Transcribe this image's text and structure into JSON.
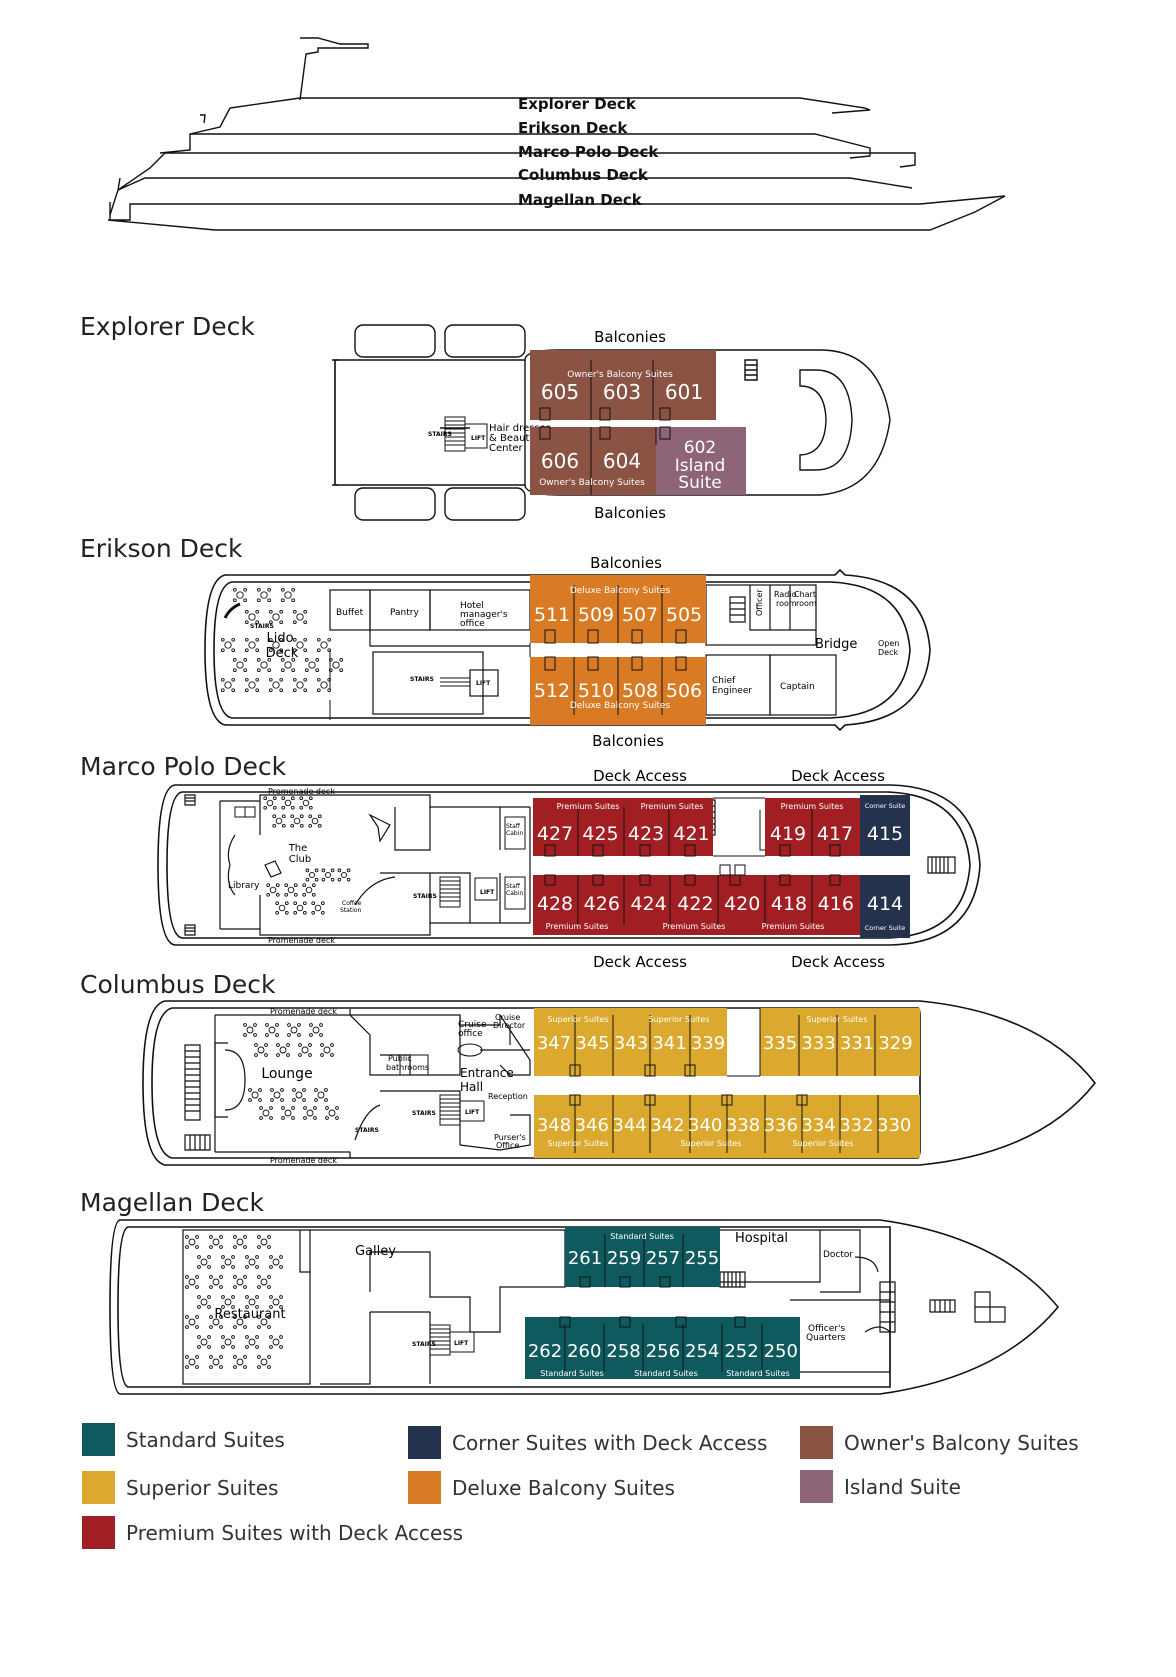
{
  "profile": {
    "labels": [
      "Explorer Deck",
      "Erikson Deck",
      "Marco Polo Deck",
      "Columbus Deck",
      "Magellan Deck"
    ]
  },
  "colors": {
    "standard": "#0f5a5e",
    "superior": "#dba92e",
    "premium": "#a11f23",
    "corner": "#25324d",
    "deluxe": "#d97b25",
    "owners": "#8a5344",
    "island": "#8e6479",
    "outline": "#111111"
  },
  "decks": {
    "explorer": {
      "title": "Explorer Deck",
      "labels": {
        "balconies_top": "Balconies",
        "balconies_bottom": "Balconies",
        "owners_top": "Owner's Balcony Suites",
        "owners_bottom": "Owner's Balcony Suites",
        "island_line1": "602",
        "island_line2": "Island",
        "island_line3": "Suite",
        "hairdresser_1": "Hair dresser",
        "hairdresser_2": "& Beauty",
        "hairdresser_3": "Center",
        "stairs": "STAIRS",
        "lift": "LIFT"
      },
      "rooms_top": [
        "605",
        "603",
        "601"
      ],
      "rooms_bottom": [
        "606",
        "604"
      ]
    },
    "erikson": {
      "title": "Erikson Deck",
      "labels": {
        "balconies_top": "Balconies",
        "balconies_bottom": "Balconies",
        "deluxe_top": "Deluxe Balcony Suites",
        "deluxe_bottom": "Deluxe Balcony Suites",
        "lido_1": "Lido",
        "lido_2": "Deck",
        "buffet": "Buffet",
        "pantry": "Pantry",
        "hotel_1": "Hotel",
        "hotel_2": "manager's",
        "hotel_3": "office",
        "officer": "Officer",
        "radio_1": "Radio",
        "radio_2": "room",
        "chart_1": "Chart",
        "chart_2": "room",
        "bridge": "Bridge",
        "open_1": "Open",
        "open_2": "Deck",
        "chief_1": "Chief",
        "chief_2": "Engineer",
        "captain": "Captain",
        "stairs": "STAIRS",
        "stairs2": "STAIRS",
        "lift": "LIFT"
      },
      "rooms_top": [
        "511",
        "509",
        "507",
        "505"
      ],
      "rooms_bottom": [
        "512",
        "510",
        "508",
        "506"
      ]
    },
    "marcopolo": {
      "title": "Marco Polo Deck",
      "labels": {
        "access_top_1": "Deck Access",
        "access_top_2": "Deck Access",
        "access_bottom_1": "Deck Access",
        "access_bottom_2": "Deck Access",
        "promenade_top": "Promenade deck",
        "promenade_bottom": "Promenade deck",
        "premium_a": "Premium Suites",
        "premium_b": "Premium Suites",
        "premium_c": "Premium Suites",
        "premium_d": "Premium Suites",
        "premium_e": "Premium Suites",
        "premium_f": "Premium Suites",
        "corner_top": "Corner Suite",
        "corner_bottom": "Corner Suite",
        "club_1": "The",
        "club_2": "Club",
        "library": "Library",
        "coffee_1": "Coffee",
        "coffee_2": "Station",
        "staff_1": "Staff",
        "staff_2": "Cabin",
        "staff_3": "Staff",
        "staff_4": "Cabin",
        "stairs": "STAIRS",
        "lift": "LIFT"
      },
      "rooms_top": [
        "427",
        "425",
        "423",
        "421"
      ],
      "rooms_top_right": [
        "419",
        "417"
      ],
      "corner_top_room": "415",
      "rooms_bottom": [
        "428",
        "426",
        "424",
        "422",
        "420",
        "418",
        "416"
      ],
      "corner_bottom_room": "414"
    },
    "columbus": {
      "title": "Columbus Deck",
      "labels": {
        "promenade_top": "Promenade deck",
        "promenade_bottom": "Promenade deck",
        "lounge": "Lounge",
        "public_1": "Public",
        "public_2": "bathrooms",
        "cruise_office_1": "Cruise",
        "cruise_office_2": "office",
        "cruise_dir_1": "Cruise",
        "cruise_dir_2": "Director",
        "entrance_1": "Entrance",
        "entrance_2": "Hall",
        "reception": "Reception",
        "pursers_1": "Purser's",
        "pursers_2": "Office",
        "superior_a": "Superior Suites",
        "superior_b": "Superior Suites",
        "superior_c": "Superior Suites",
        "superior_d": "Superior Suites",
        "superior_e": "Superior Suites",
        "superior_f": "Superior Suites",
        "stairs": "STAIRS",
        "stairs2": "STAIRS",
        "lift": "LIFT"
      },
      "rooms_top_left": [
        "347",
        "345",
        "343",
        "341",
        "339"
      ],
      "rooms_top_right": [
        "335",
        "333",
        "331",
        "329"
      ],
      "rooms_bottom": [
        "348",
        "346",
        "344",
        "342",
        "340",
        "338",
        "336",
        "334",
        "332",
        "330"
      ]
    },
    "magellan": {
      "title": "Magellan Deck",
      "labels": {
        "restaurant": "Restaurant",
        "galley": "Galley",
        "hospital": "Hospital",
        "doctor": "Doctor",
        "officers_1": "Officer's",
        "officers_2": "Quarters",
        "standard_top": "Standard Suites",
        "standard_a": "Standard Suites",
        "standard_b": "Standard Suites",
        "standard_c": "Standard Suites",
        "stairs": "STAIRS",
        "lift": "LIFT"
      },
      "rooms_top": [
        "261",
        "259",
        "257",
        "255"
      ],
      "rooms_bottom": [
        "262",
        "260",
        "258",
        "256",
        "254",
        "252",
        "250"
      ]
    }
  },
  "legend": [
    {
      "label": "Standard Suites",
      "color": "#0f5a5e"
    },
    {
      "label": "Corner Suites with Deck Access",
      "color": "#25324d"
    },
    {
      "label": "Owner's Balcony Suites",
      "color": "#8a5344"
    },
    {
      "label": "Superior Suites",
      "color": "#dba92e"
    },
    {
      "label": "Deluxe Balcony Suites",
      "color": "#d97b25"
    },
    {
      "label": "Island Suite",
      "color": "#8e6479"
    },
    {
      "label": "Premium Suites with Deck Access",
      "color": "#a11f23"
    }
  ]
}
